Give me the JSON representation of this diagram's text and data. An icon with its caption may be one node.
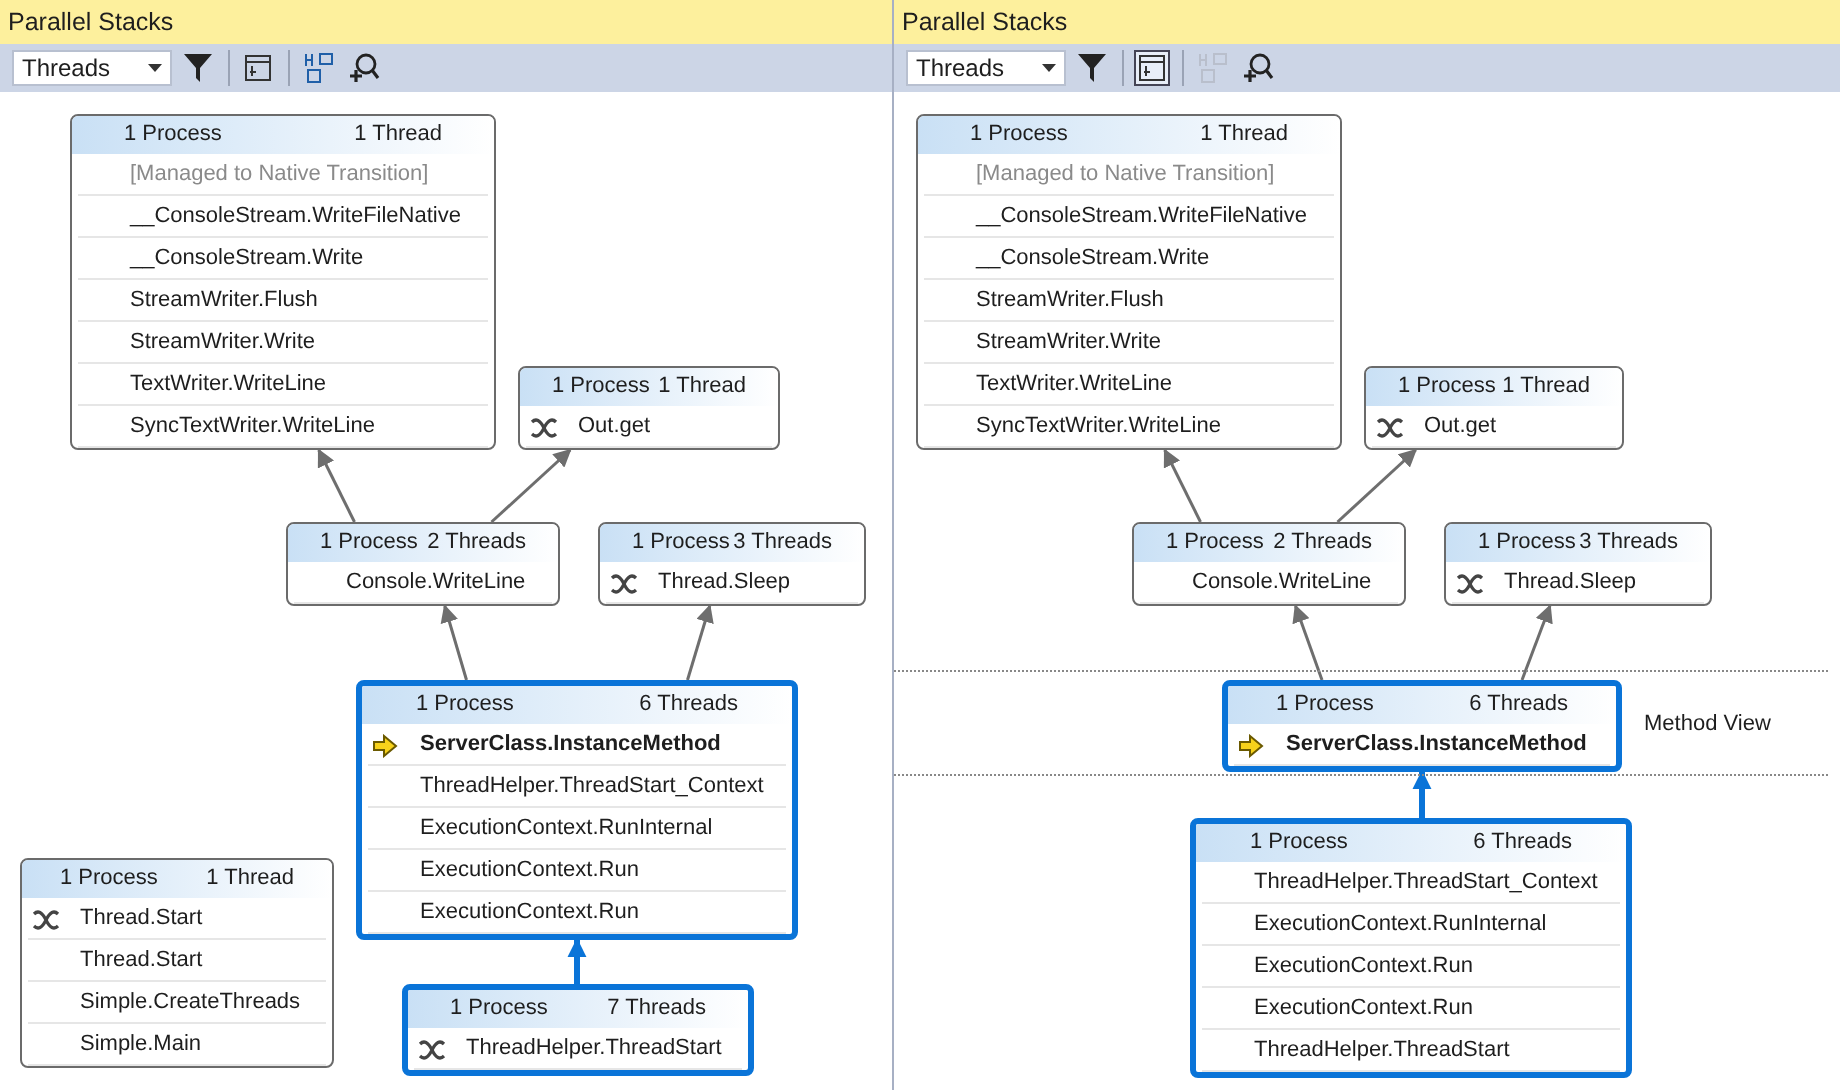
{
  "diagram": {
    "nodes": [
      {
        "text": [
          "Parallel Stacks"
        ]
      },
      {
        "text": [
          "1 Process",
          "1 Thread",
          "[Managed to Native Transition]",
          "__ConsoleStream.WriteFileNative",
          "__ConsoleStream.Write",
          "StreamWriter.Flush",
          "StreamWriter.Write",
          "TextWriter.WriteLine",
          "SyncTextWriter.WriteLine"
        ],
        "in": 0
      },
      {
        "text": [
          "1 Process",
          "1 Thread",
          "Out.get"
        ],
        "in": 0
      },
      {
        "text": [
          "1 Process",
          "2 Threads",
          "Console.WriteLine"
        ],
        "in": 0
      },
      {
        "text": [
          "1 Process",
          "3 Threads",
          "Thread.Sleep"
        ],
        "in": 0
      },
      {
        "text": [
          "1 Process",
          "6 Threads",
          "ServerClass.InstanceMethod",
          "ThreadHelper.ThreadStart_Context",
          "ExecutionContext.RunInternal",
          "ExecutionContext.Run",
          "ExecutionContext.Run"
        ],
        "in": 0
      },
      {
        "text": [
          "1 Process",
          "1 Thread",
          "Thread.Start",
          "Thread.Start",
          "Simple.CreateThreads",
          "Simple.Main"
        ],
        "in": 0
      },
      {
        "text": [
          "1 Process",
          "7 Threads",
          "ThreadHelper.ThreadStart"
        ],
        "in": 0
      },
      {
        "text": [
          "Parallel Stacks"
        ]
      },
      {
        "text": [
          "1 Process",
          "1 Thread",
          "[Managed to Native Transition]",
          "__ConsoleStream.WriteFileNative",
          "__ConsoleStream.Write",
          "StreamWriter.Flush",
          "StreamWriter.Write",
          "TextWriter.WriteLine",
          "SyncTextWriter.WriteLine"
        ],
        "in": 8
      },
      {
        "text": [
          "1 Process",
          "1 Thread",
          "Out.get"
        ],
        "in": 8
      },
      {
        "text": [
          "1 Process",
          "2 Threads",
          "Console.WriteLine"
        ],
        "in": 8
      },
      {
        "text": [
          "1 Process",
          "3 Threads",
          "Thread.Sleep"
        ],
        "in": 8
      },
      {
        "text": [
          "1 Process",
          "6 Threads",
          "ServerClass.InstanceMethod"
        ],
        "in": 8
      },
      {
        "text": [
          "1 Process",
          "6 Threads",
          "ThreadHelper.ThreadStart_Context",
          "ExecutionContext.RunInternal",
          "ExecutionContext.Run",
          "ExecutionContext.Run",
          "ThreadHelper.ThreadStart"
        ],
        "in": 8
      }
    ],
    "edges": [
      {
        "from": 3,
        "to": 1,
        "arrow": "to"
      },
      {
        "from": 3,
        "to": 2,
        "arrow": "to"
      },
      {
        "from": 5,
        "to": 3,
        "arrow": "to"
      },
      {
        "from": 5,
        "to": 4,
        "arrow": "to"
      },
      {
        "from": 7,
        "to": 5,
        "arrow": "to",
        "style": "thick",
        "color": "#0a74d8"
      },
      {
        "from": 11,
        "to": 9,
        "arrow": "to"
      },
      {
        "from": 11,
        "to": 10,
        "arrow": "to"
      },
      {
        "from": 13,
        "to": 11,
        "arrow": "to"
      },
      {
        "from": 13,
        "to": 12,
        "arrow": "to"
      },
      {
        "from": 14,
        "to": 13,
        "arrow": "to",
        "style": "thick",
        "color": "#0a74d8"
      }
    ],
    "labels": [
      "Threads",
      "Threads",
      "Method View"
    ]
  }
}
